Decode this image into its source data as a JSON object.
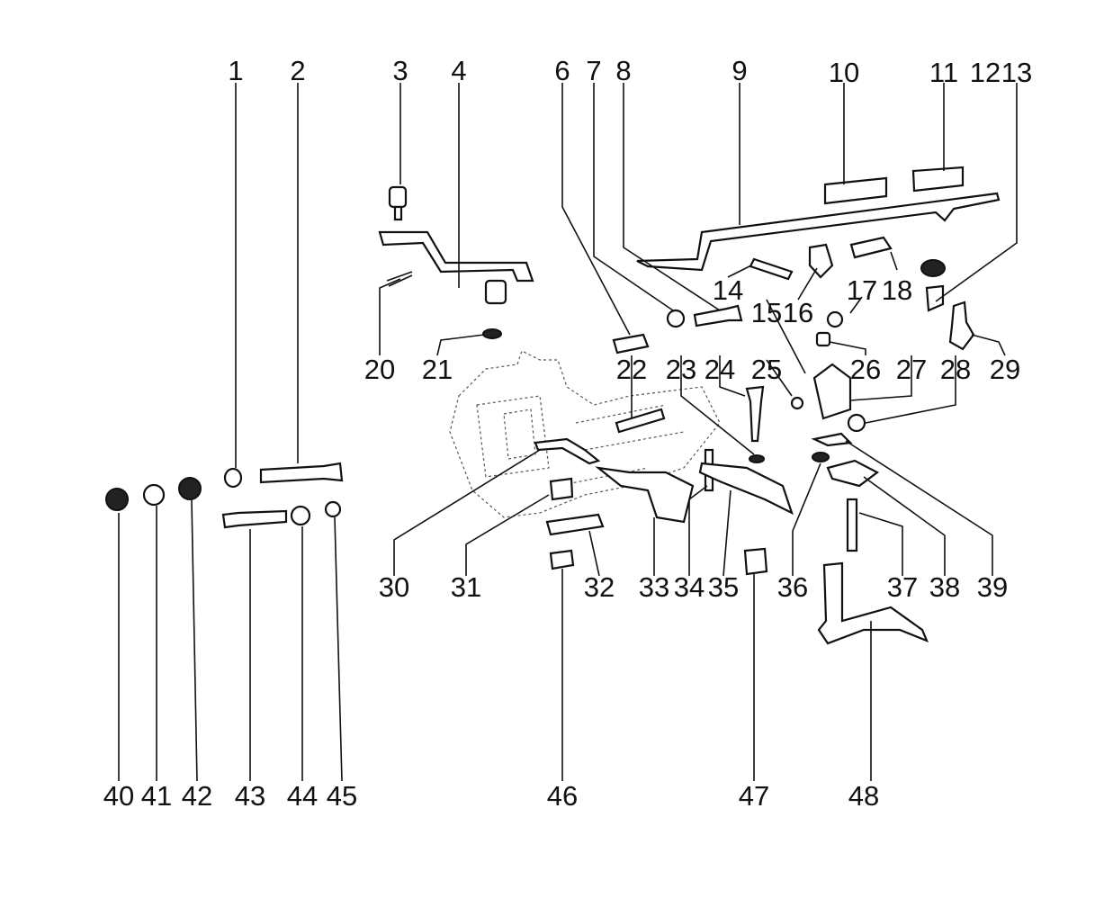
{
  "diagram": {
    "labels": [
      "1",
      "2",
      "3",
      "4",
      "6",
      "7",
      "8",
      "9",
      "10",
      "11",
      "12",
      "13",
      "14",
      "15",
      "16",
      "17",
      "18",
      "20",
      "21",
      "22",
      "23",
      "24",
      "25",
      "26",
      "27",
      "28",
      "29",
      "30",
      "31",
      "32",
      "33",
      "34",
      "35",
      "36",
      "37",
      "38",
      "39",
      "40",
      "41",
      "42",
      "43",
      "44",
      "45",
      "46",
      "47",
      "48"
    ]
  }
}
